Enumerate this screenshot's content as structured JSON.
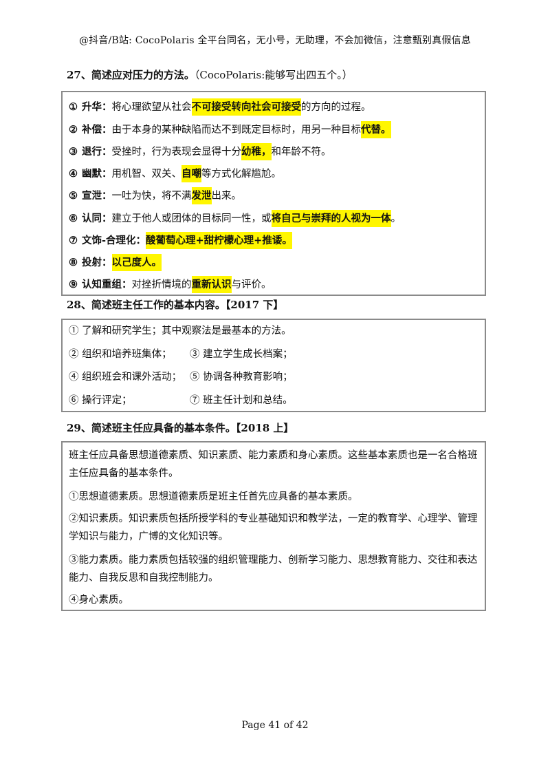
{
  "header": "@抖音/B站: CocoPolaris 全平台同名，无小号，无助理，不会加微信，注意甄别真假信息",
  "q27": {
    "title": "27、简述应对压力的方法。",
    "note": "（CocoPolaris:能够写出四五个。）",
    "items": [
      {
        "num": "①",
        "label": "升华：",
        "pre": "将心理欲望从社会",
        "hl": "不可接受转向社会可接受",
        "post": "的方向的过程。"
      },
      {
        "num": "②",
        "label": "补偿：",
        "pre": "由于本身的某种缺陷而达不到既定目标时，用另一种目标",
        "hl": "代替。",
        "post": ""
      },
      {
        "num": "③",
        "label": "退行：",
        "pre": "受挫时，行为表现会显得十分",
        "hl": "幼稚，",
        "post": "和年龄不符。"
      },
      {
        "num": "④",
        "label": "幽默：",
        "pre": "用机智、双关、",
        "hl": "自嘲",
        "post": "等方式化解尴尬。"
      },
      {
        "num": "⑤",
        "label": "宣泄：",
        "pre": "一吐为快，将不满",
        "hl": "发泄",
        "post": "出来。"
      },
      {
        "num": "⑥",
        "label": "认同：",
        "pre": "建立于他人或团体的目标同一性，或",
        "hl": "将自己与崇拜的人视为一体",
        "post": "。"
      },
      {
        "num": "⑦",
        "label": "文饰-合理化：",
        "pre": "",
        "hl": "酸葡萄心理+甜柠檬心理+推诿。",
        "post": ""
      },
      {
        "num": "⑧",
        "label": "投射：",
        "pre": "",
        "hl": "以己度人。",
        "post": ""
      },
      {
        "num": "⑨",
        "label": "认知重组：",
        "pre": "对挫折情境的",
        "hl": "重新认识",
        "post": "与评价。"
      }
    ]
  },
  "q28": {
    "title": "28、简述班主任工作的基本内容。",
    "tag": "【2017 下】",
    "rows": [
      {
        "a": "①  了解和研究学生；其中观察法是最基本的方法。",
        "b": ""
      },
      {
        "a": "②  组织和培养班集体；",
        "b": "③  建立学生成长档案；"
      },
      {
        "a": "④  组织班会和课外活动；",
        "b": "⑤  协调各种教育影响；"
      },
      {
        "a": "⑥  操行评定；",
        "b": "⑦  班主任计划和总结。"
      }
    ]
  },
  "q29": {
    "title": "29、简述班主任应具备的基本条件。",
    "tag": "【2018 上】",
    "paras": [
      "班主任应具备思想道德素质、知识素质、能力素质和身心素质。这些基本素质也是一名合格班主任应具备的基本条件。",
      "①思想道德素质。思想道德素质是班主任首先应具备的基本素质。",
      "②知识素质。知识素质包括所授学科的专业基础知识和教学法，一定的教育学、心理学、管理学知识与能力，广博的文化知识等。",
      "③能力素质。能力素质包括较强的组织管理能力、创新学习能力、思想教育能力、交往和表达能力、自我反思和自我控制能力。",
      "④身心素质。"
    ]
  },
  "footer": "Page 41 of 42"
}
